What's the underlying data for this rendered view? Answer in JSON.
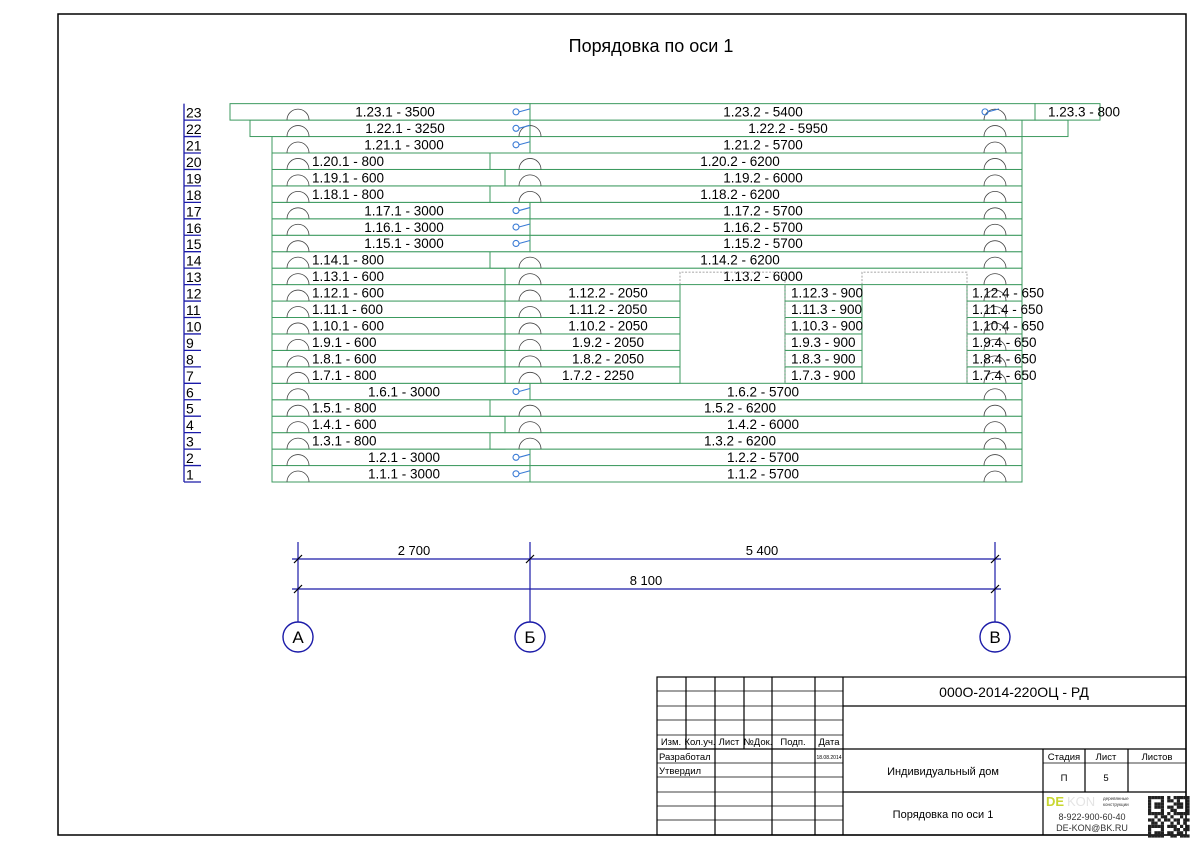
{
  "title": "Порядовка по оси 1",
  "rows": [
    {
      "n": "1",
      "logs": [
        "1.1.1 - 3000",
        "1.1.2 - 5700"
      ]
    },
    {
      "n": "2",
      "logs": [
        "1.2.1 - 3000",
        "1.2.2 - 5700"
      ]
    },
    {
      "n": "3",
      "logs": [
        "1.3.1 - 800",
        "1.3.2 - 6200"
      ]
    },
    {
      "n": "4",
      "logs": [
        "1.4.1 - 600",
        "1.4.2 - 6000"
      ]
    },
    {
      "n": "5",
      "logs": [
        "1.5.1 - 800",
        "1.5.2 - 6200"
      ]
    },
    {
      "n": "6",
      "logs": [
        "1.6.1 - 3000",
        "1.6.2 - 5700"
      ]
    },
    {
      "n": "7",
      "logs": [
        "1.7.1 - 800",
        "1.7.2 - 2250",
        "1.7.3 - 900",
        "1.7.4 - 650"
      ]
    },
    {
      "n": "8",
      "logs": [
        "1.8.1 - 600",
        "1.8.2 - 2050",
        "1.8.3 - 900",
        "1.8.4 - 650"
      ]
    },
    {
      "n": "9",
      "logs": [
        "1.9.1 - 600",
        "1.9.2 - 2050",
        "1.9.3 - 900",
        "1.9.4 - 650"
      ]
    },
    {
      "n": "10",
      "logs": [
        "1.10.1 - 600",
        "1.10.2 - 2050",
        "1.10.3 - 900",
        "1.10.4 - 650"
      ]
    },
    {
      "n": "11",
      "logs": [
        "1.11.1 - 600",
        "1.11.2 - 2050",
        "1.11.3 - 900",
        "1.11.4 - 650"
      ]
    },
    {
      "n": "12",
      "logs": [
        "1.12.1 - 600",
        "1.12.2 - 2050",
        "1.12.3 - 900",
        "1.12.4 - 650"
      ]
    },
    {
      "n": "13",
      "logs": [
        "1.13.1 - 600",
        "1.13.2 - 6000"
      ]
    },
    {
      "n": "14",
      "logs": [
        "1.14.1 - 800",
        "1.14.2 - 6200"
      ]
    },
    {
      "n": "15",
      "logs": [
        "1.15.1 - 3000",
        "1.15.2 - 5700"
      ]
    },
    {
      "n": "16",
      "logs": [
        "1.16.1 - 3000",
        "1.16.2 - 5700"
      ]
    },
    {
      "n": "17",
      "logs": [
        "1.17.1 - 3000",
        "1.17.2 - 5700"
      ]
    },
    {
      "n": "18",
      "logs": [
        "1.18.1 - 800",
        "1.18.2 - 6200"
      ]
    },
    {
      "n": "19",
      "logs": [
        "1.19.1 - 600",
        "1.19.2 - 6000"
      ]
    },
    {
      "n": "20",
      "logs": [
        "1.20.1 - 800",
        "1.20.2 - 6200"
      ]
    },
    {
      "n": "21",
      "logs": [
        "1.21.1 - 3000",
        "1.21.2 - 5700"
      ]
    },
    {
      "n": "22",
      "logs": [
        "1.22.1 - 3250",
        "1.22.2 - 5950"
      ]
    },
    {
      "n": "23",
      "logs": [
        "1.23.1 - 3500",
        "1.23.2 - 5400",
        "1.23.3 - 800"
      ]
    }
  ],
  "dimensions": {
    "spans": [
      "2 700",
      "5 400"
    ],
    "total": "8 100"
  },
  "axes": [
    "А",
    "Б",
    "В"
  ],
  "title_block": {
    "doc_code": "000О-2014-220ОЦ - РД",
    "headers": [
      "Изм.",
      "Кол.уч.",
      "Лист",
      "№Док.",
      "Подп.",
      "Дата"
    ],
    "developed_label": "Разработал",
    "developed_date": "18.08.2014",
    "approved_label": "Утвердил",
    "project_name": "Индивидуальный дом",
    "sheet_title": "Порядовка по оси 1",
    "stage_label": "Стадия",
    "sheet_label": "Лист",
    "sheets_label": "Листов",
    "stage_value": "П",
    "sheet_value": "5",
    "sheets_value": "",
    "company": {
      "logo_de": "DE",
      "logo_kon": "KON",
      "tagline_1": "деревянные",
      "tagline_2": "конструкции",
      "phone": "8-922-900-60-40",
      "email": "DE-KON@BK.RU"
    }
  }
}
